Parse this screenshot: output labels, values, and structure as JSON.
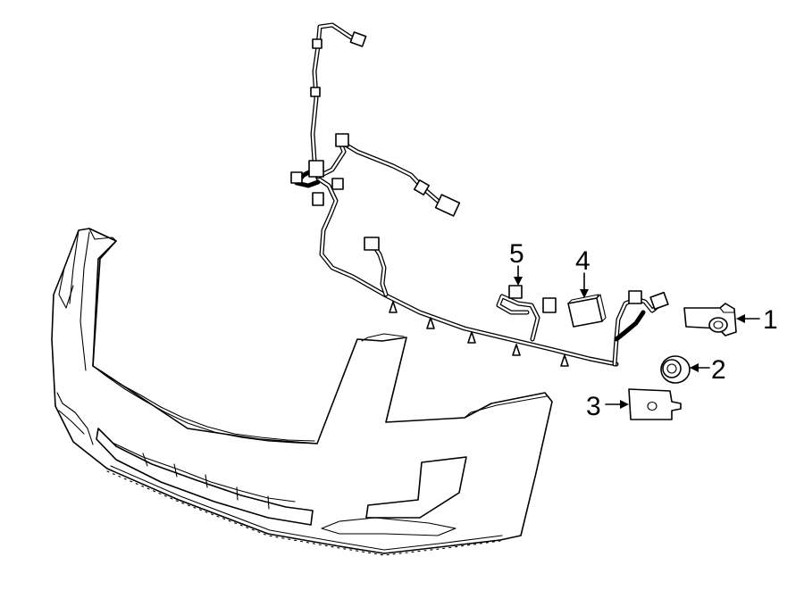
{
  "callouts": [
    {
      "number": "1",
      "part": "parking-sensor"
    },
    {
      "number": "2",
      "part": "sensor-retainer-ring"
    },
    {
      "number": "3",
      "part": "sensor-mounting-bracket"
    },
    {
      "number": "4",
      "part": "parking-aid-module"
    },
    {
      "number": "5",
      "part": "harness-connector"
    }
  ],
  "colors": {
    "line": "#000000",
    "background": "#ffffff"
  }
}
